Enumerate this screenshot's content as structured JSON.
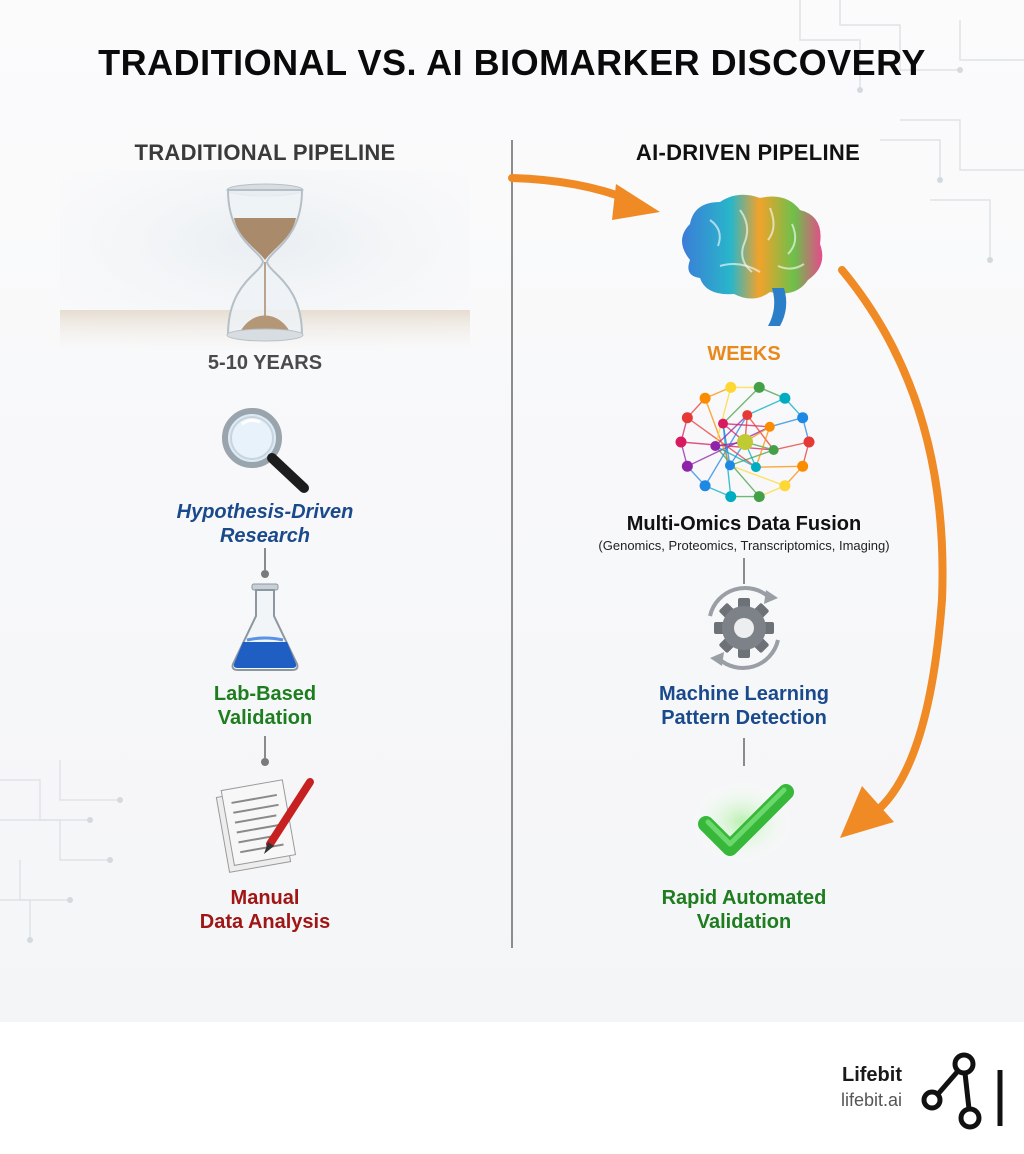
{
  "title": "TRADITIONAL VS. AI BIOMARKER DISCOVERY",
  "traditional": {
    "heading": "TRADITIONAL PIPELINE",
    "duration": "5-10 YEARS",
    "steps": [
      {
        "label": "Hypothesis-Driven\nResearch",
        "icon": "magnifier-icon",
        "color": "#1a4a8c"
      },
      {
        "label": "Lab-Based\nValidation",
        "icon": "flask-icon",
        "color": "#1e7d1e"
      },
      {
        "label": "Manual\nData Analysis",
        "icon": "document-pen-icon",
        "color": "#a01515"
      }
    ]
  },
  "ai": {
    "heading": "AI-DRIVEN PIPELINE",
    "duration": "WEEKS",
    "steps": [
      {
        "label": "Multi-Omics Data Fusion",
        "sublabel": "(Genomics, Proteomics, Transcriptomics, Imaging)",
        "icon": "network-icon",
        "color": "#111111"
      },
      {
        "label": "Machine Learning\nPattern Detection",
        "icon": "gear-icon",
        "color": "#1a4a8c"
      },
      {
        "label": "Rapid Automated\nValidation",
        "icon": "checkmark-icon",
        "color": "#1e7d1e"
      }
    ]
  },
  "colors": {
    "accent": "#f08a24",
    "traditional_heading": "#3a3a3a",
    "ai_heading": "#111111",
    "weeks": "#e8891c"
  },
  "brand": {
    "name": "Lifebit",
    "url": "lifebit.ai"
  }
}
